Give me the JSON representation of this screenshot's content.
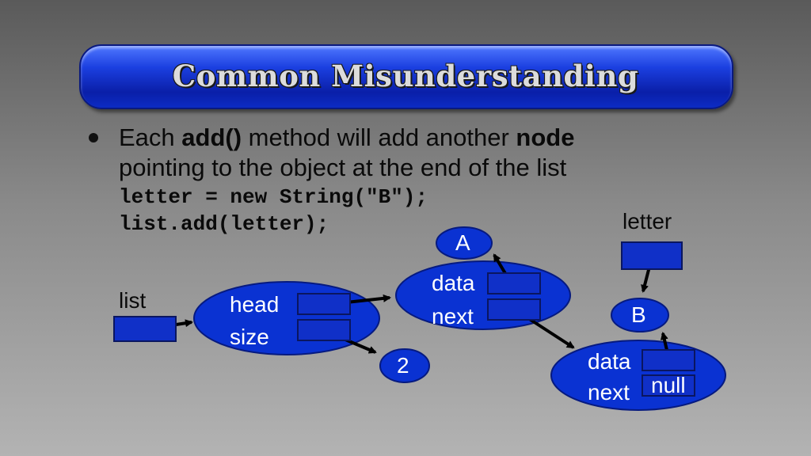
{
  "title": "Common Misunderstanding",
  "bullet": {
    "t1": "Each ",
    "b1": "add()",
    "t2": " method will add another ",
    "b2": "node",
    "line2": "pointing to the object at the end of the list"
  },
  "code": {
    "line1": "letter = new String(\"B\");",
    "line2": "list.add(letter);"
  },
  "diagram": {
    "list_label": "list",
    "letter_label": "letter",
    "head_label": "head",
    "size_label": "size",
    "size_value": "2",
    "node1_data_label": "data",
    "node1_next_label": "next",
    "node1_value": "A",
    "node2_data_label": "data",
    "node2_next_label": "next",
    "node2_next_value": "null",
    "node2_value": "B"
  },
  "colors": {
    "node_fill": "#0a32d2",
    "box_fill": "#1030c8",
    "arrow": "#000000",
    "banner": "#1b3fe0"
  }
}
